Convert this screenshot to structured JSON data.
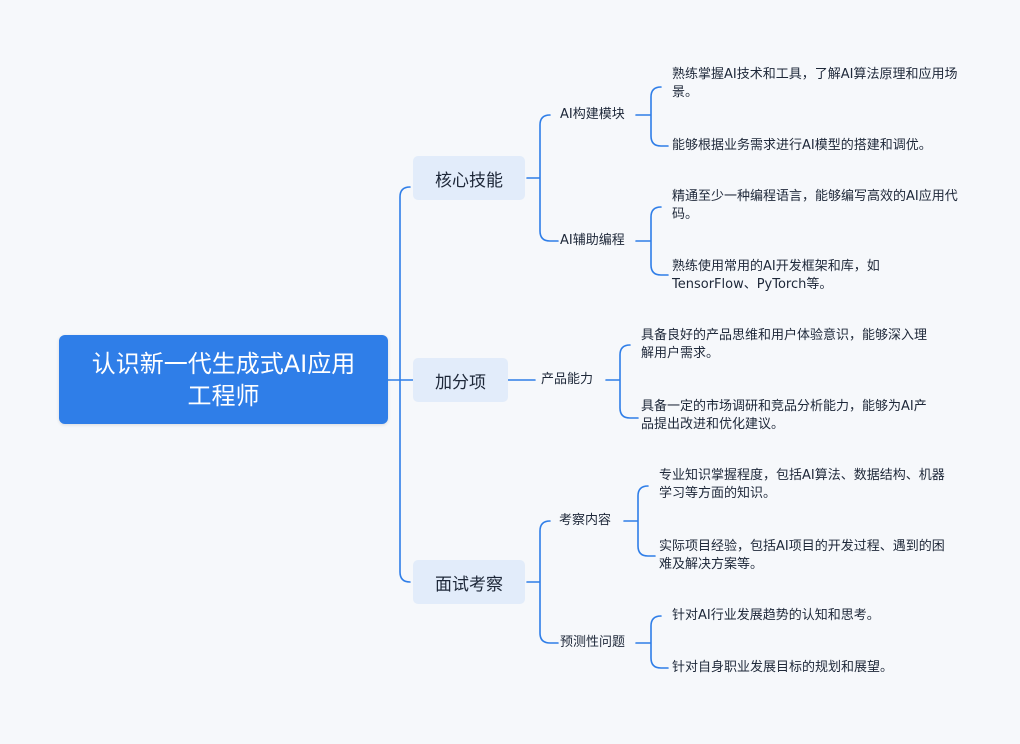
{
  "root": {
    "title": "认识新一代生成式AI应用工程师"
  },
  "branches": [
    {
      "label": "核心技能",
      "subs": [
        {
          "label": "AI构建模块",
          "leaves": [
            "熟练掌握AI技术和工具，了解AI算法原理和应用场景。",
            "能够根据业务需求进行AI模型的搭建和调优。"
          ]
        },
        {
          "label": "AI辅助编程",
          "leaves": [
            "精通至少一种编程语言，能够编写高效的AI应用代码。",
            "熟练使用常用的AI开发框架和库，如TensorFlow、PyTorch等。"
          ]
        }
      ]
    },
    {
      "label": "加分项",
      "subs": [
        {
          "label": "产品能力",
          "leaves": [
            "具备良好的产品思维和用户体验意识，能够深入理解用户需求。",
            "具备一定的市场调研和竞品分析能力，能够为AI产品提出改进和优化建议。"
          ]
        }
      ]
    },
    {
      "label": "面试考察",
      "subs": [
        {
          "label": "考察内容",
          "leaves": [
            "专业知识掌握程度，包括AI算法、数据结构、机器学习等方面的知识。",
            "实际项目经验，包括AI项目的开发过程、遇到的困难及解决方案等。"
          ]
        },
        {
          "label": "预测性问题",
          "leaves": [
            "针对AI行业发展趋势的认知和思考。",
            "针对自身职业发展目标的规划和展望。"
          ]
        }
      ]
    }
  ],
  "colors": {
    "root_fill": "#2f7ee8",
    "branch_fill": "#e2ecfa",
    "connector": "#2f7ee8"
  }
}
